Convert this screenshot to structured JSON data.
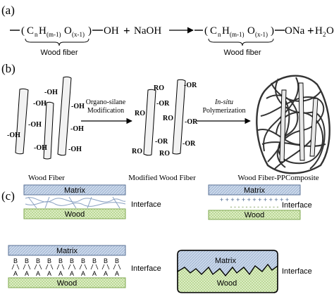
{
  "panel_a": {
    "label": "(a)",
    "lhs": {
      "bracket_open": "(",
      "c": "C",
      "c_sub": "n",
      "h": "H",
      "h_sub": "(m-1)",
      "o": "O",
      "o_sub": "(x-1)",
      "bracket_close": ")",
      "group": "OH"
    },
    "plus1": "+",
    "reagent": "NaOH",
    "rhs": {
      "bracket_open": "(",
      "c": "C",
      "c_sub": "n",
      "h": "H",
      "h_sub": "(m-1)",
      "o": "O",
      "o_sub": "(x-1)",
      "bracket_close": ")",
      "group": "ONa"
    },
    "plus2": "+",
    "water_h": "H",
    "water_sub": "2",
    "water_o": "O",
    "wood_fiber_label_left": "Wood fiber",
    "wood_fiber_label_right": "Wood fiber"
  },
  "panel_b": {
    "label": "(b)",
    "oh_group": "-OH",
    "ro_group": "RO",
    "or_group": "-OR",
    "step1_line1": "Organo-silane",
    "step1_line2": "Modification",
    "step2_line1": "In-situ",
    "step2_line2": "Polymerization",
    "caption_wood_fiber": "Wood Fiber",
    "caption_modified": "Modified Wood Fiber",
    "caption_composite": "Wood Fiber-PPComposite"
  },
  "panel_c": {
    "label": "(c)",
    "matrix": "Matrix",
    "wood": "Wood",
    "interface": "Interface",
    "plus_row": "+ + + + + + + + + + + + +",
    "minus_row": "- - - - - - - - - - - - -",
    "letter_b": "B",
    "letter_a": "A"
  },
  "colors": {
    "matrix_fill": "#c9d7ea",
    "matrix_stroke": "#5a7296",
    "wood_fill": "#d6eab8",
    "wood_stroke": "#7fa850",
    "line": "#000000",
    "fiber_fill": "#f2f2f2",
    "tangle": "#333333"
  }
}
